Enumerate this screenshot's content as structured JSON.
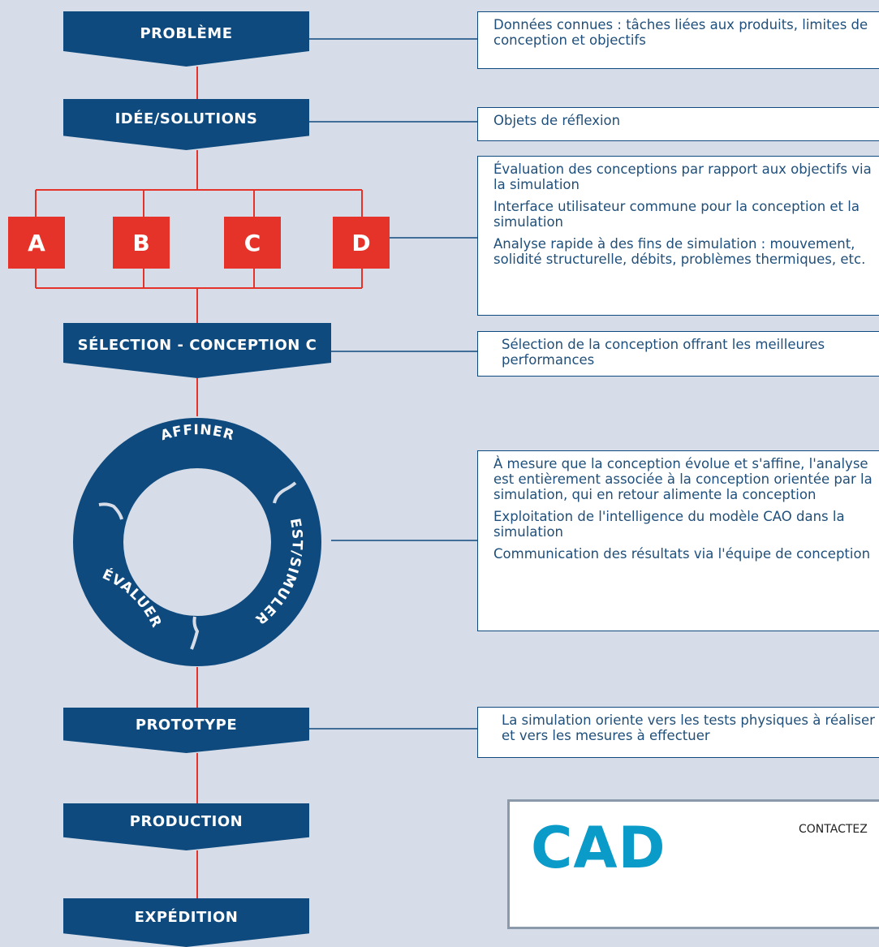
{
  "stages": {
    "probleme": "PROBLÈME",
    "idee": "IDÉE/SOLUTIONS",
    "selection": "SÉLECTION - CONCEPTION C",
    "prototype": "PROTOTYPE",
    "production": "PRODUCTION",
    "expedition": "EXPÉDITION"
  },
  "options": [
    "A",
    "B",
    "C",
    "D"
  ],
  "cycle": {
    "affiner": "AFFINER",
    "test": "TEST/SIMULER",
    "evaluer": "ÉVALUER"
  },
  "descriptions": {
    "probleme": [
      "Données connues : tâches liées aux produits, limites de conception et objectifs"
    ],
    "idee": [
      "Objets de réflexion"
    ],
    "options": [
      "Évaluation des conceptions par rapport aux objectifs via la simulation",
      "Interface utilisateur commune pour la conception et la simulation",
      "Analyse rapide à des fins de simulation : mouvement, solidité structurelle, débits, problèmes thermiques, etc."
    ],
    "selection": [
      "Sélection de la conception offrant les meilleures performances"
    ],
    "cycle": [
      "À mesure que la conception évolue et s'affine, l'analyse est entièrement associée à la conception orientée par la simulation, qui en retour alimente la conception",
      "Exploitation de l'intelligence du modèle CAO dans la simulation",
      "Communication des résultats via l'équipe de conception"
    ],
    "prototype": [
      "La simulation oriente vers les tests physiques à réaliser et vers les mesures à effectuer"
    ]
  },
  "contact": {
    "logo": "CAD",
    "label": "CONTACTEZ"
  },
  "colors": {
    "background": "#d6dde8",
    "stage": "#0e4a7e",
    "connector": "#e6332a",
    "option": "#e6332a",
    "description_text": "#1f4f7a"
  }
}
